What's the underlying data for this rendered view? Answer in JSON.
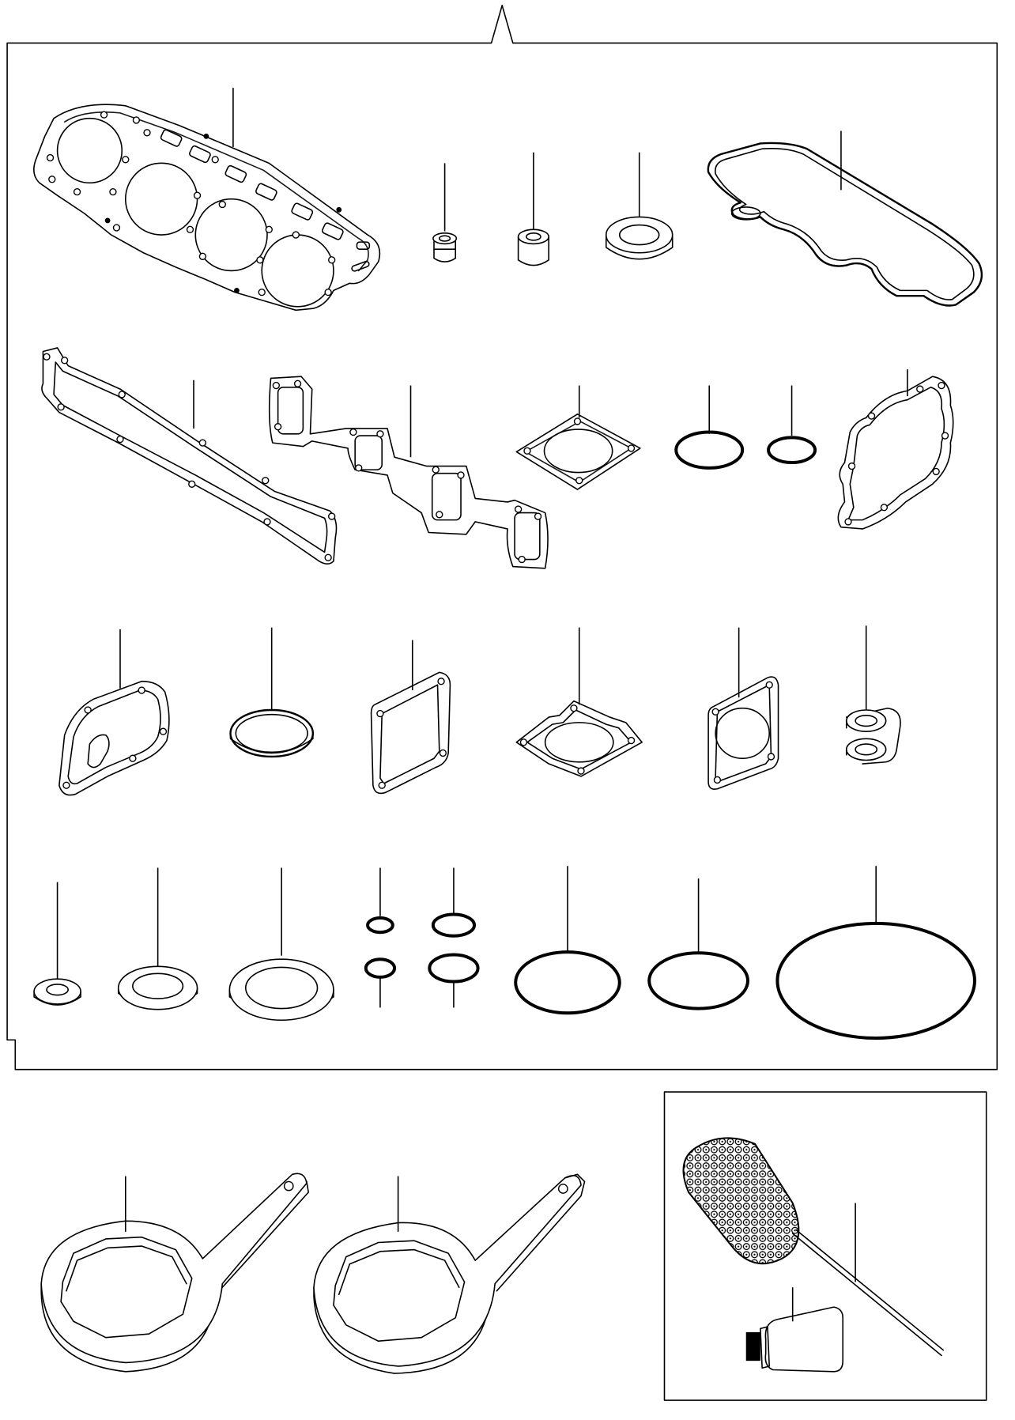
{
  "diagram": {
    "caption": "",
    "colors": {
      "line": "#000000",
      "background": "#ffffff"
    },
    "panels": [
      {
        "id": "gasket-kit",
        "parts": [
          "cylinder-head-gasket",
          "valve-stem-seal",
          "valve-guide-seal",
          "oil-seal-ring",
          "rocker-cover-gasket",
          "intake-manifold-gasket",
          "exhaust-manifold-gasket",
          "square-flange-gasket",
          "o-ring-medium",
          "o-ring-small",
          "water-pump-gasket",
          "thermostat-housing-gasket",
          "round-gasket-ring",
          "rectangular-plate-gasket",
          "diamond-flange-gasket",
          "square-cover-gasket",
          "double-washer",
          "small-washer",
          "medium-washer",
          "large-washer",
          "o-ring-pair-small",
          "o-ring-pair-medium",
          "o-ring-large-a",
          "o-ring-large-b",
          "o-ring-extra-large"
        ]
      },
      {
        "id": "tools",
        "parts": [
          "filter-wrench-a",
          "filter-wrench-b"
        ]
      },
      {
        "id": "cleaning-kit",
        "parts": [
          "cylinder-hone-brush",
          "sealant-tube"
        ]
      }
    ]
  }
}
